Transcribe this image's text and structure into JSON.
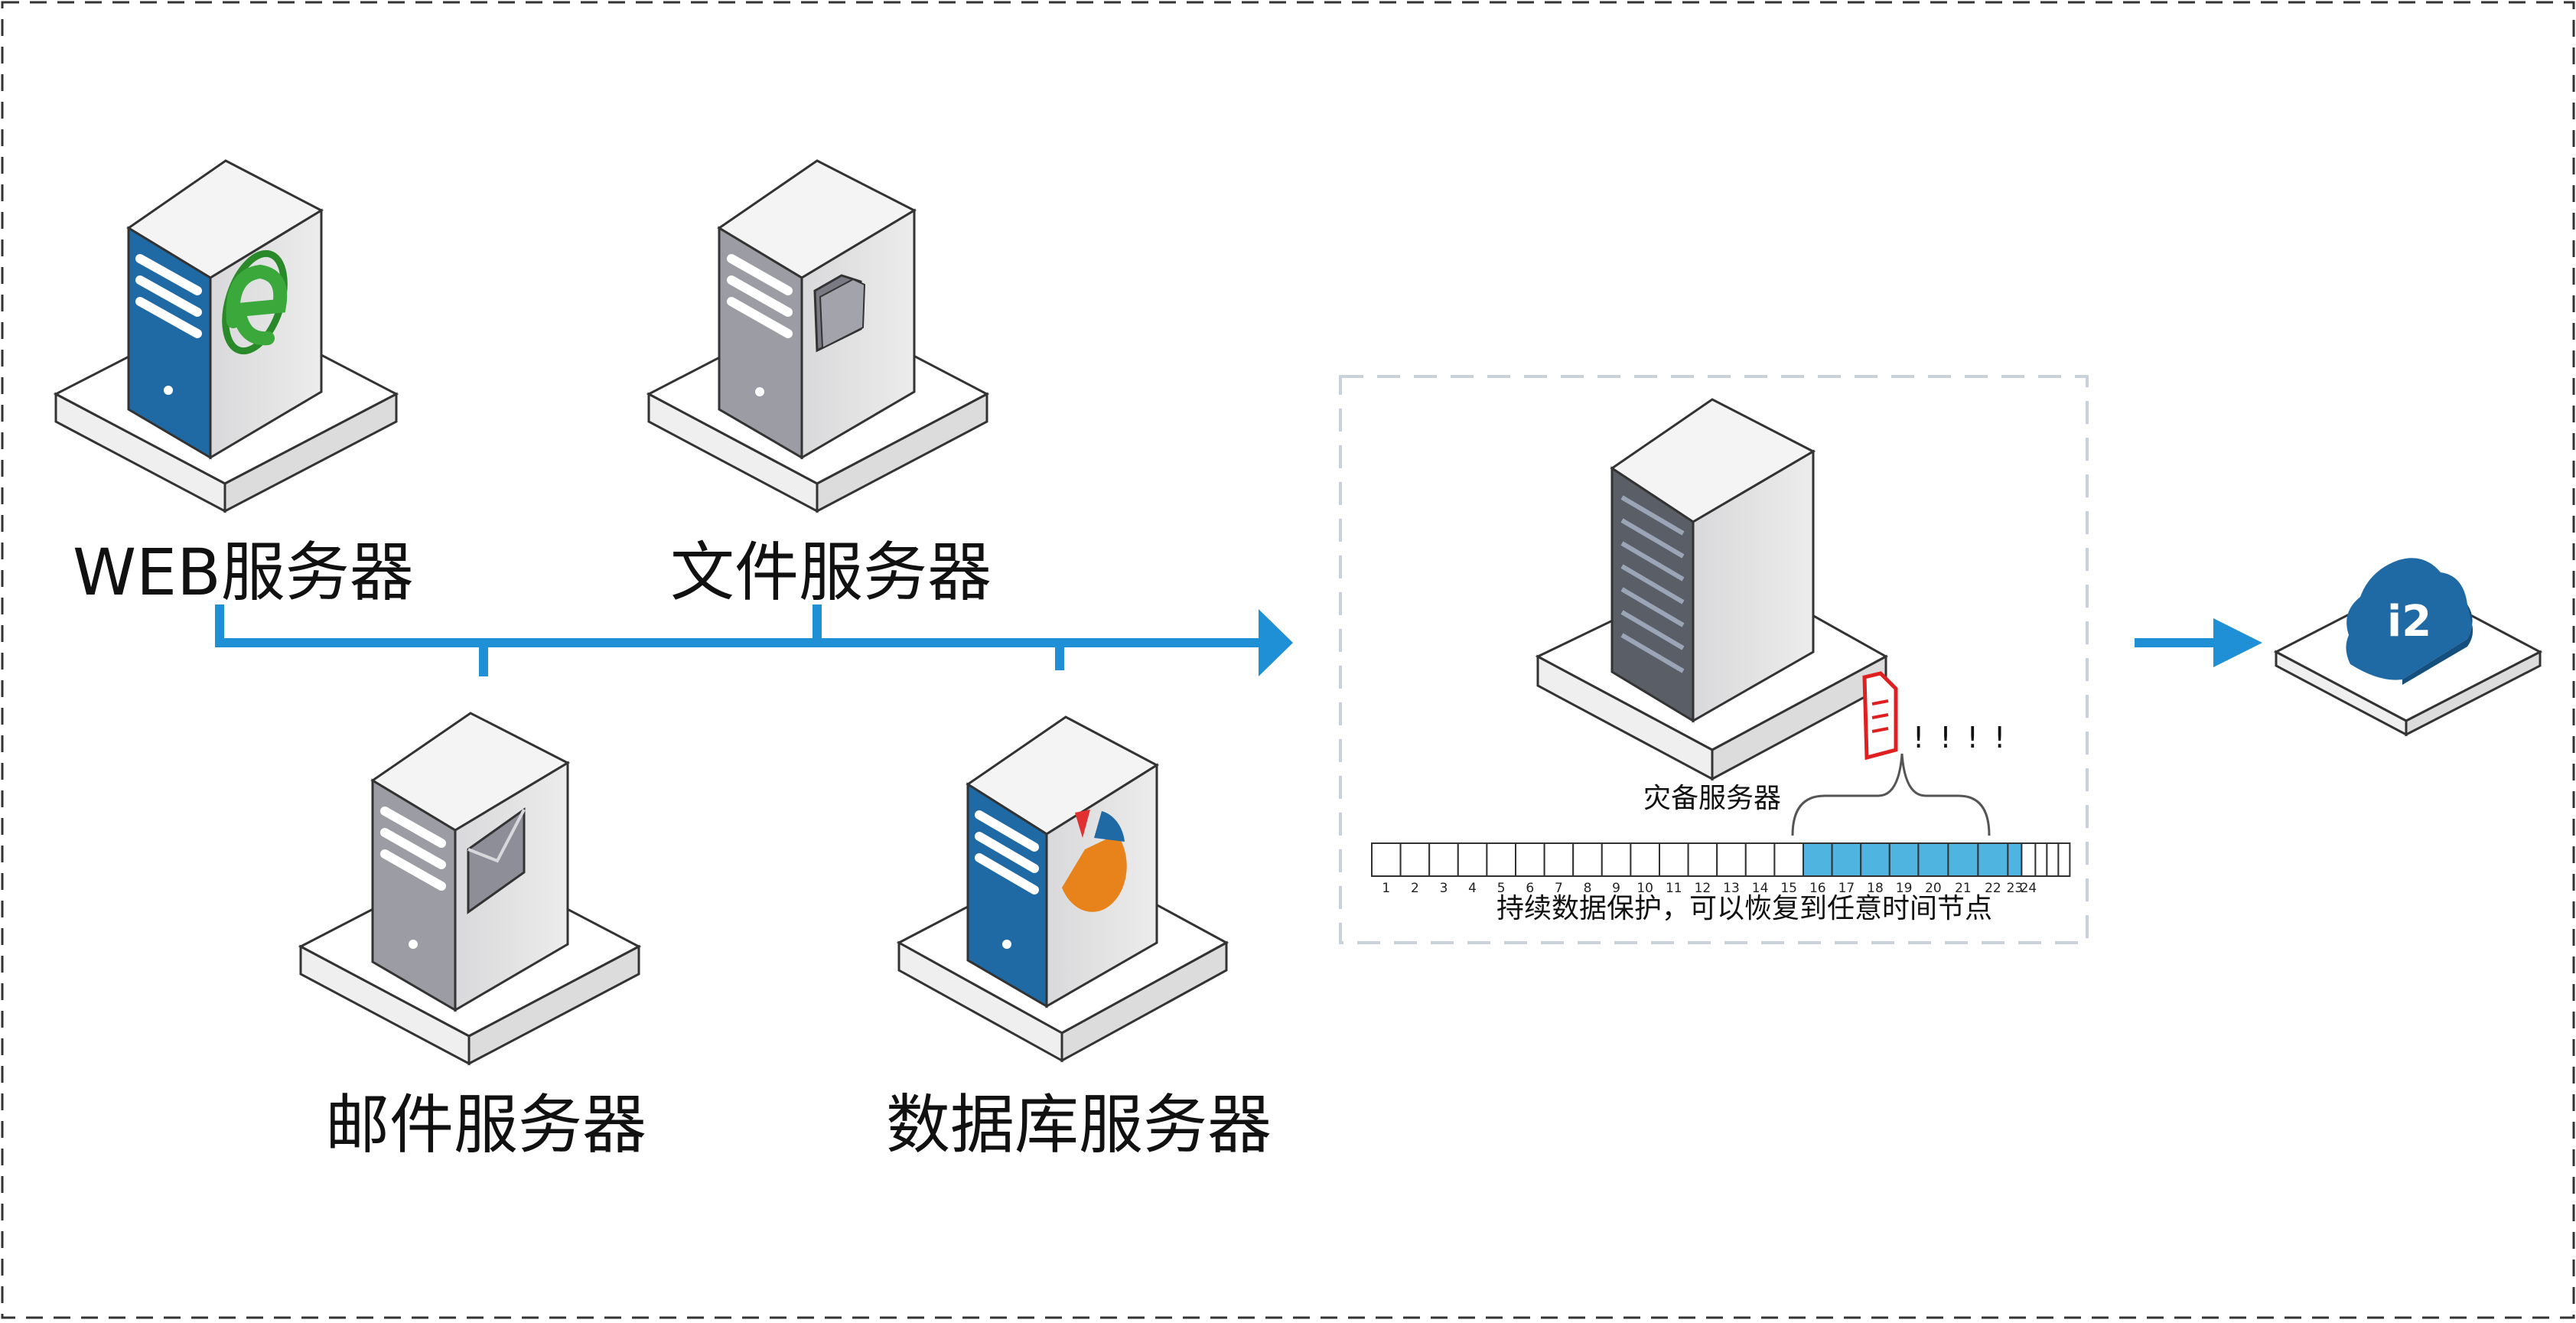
{
  "servers": {
    "web": "WEB服务器",
    "file": "文件服务器",
    "mail": "邮件服务器",
    "database": "数据库服务器"
  },
  "backup": {
    "label": "灾备服务器",
    "alert": "! ! ! !",
    "caption": "持续数据保护，可以恢复到任意时间节点",
    "timeline": [
      "1",
      "2",
      "3",
      "4",
      "5",
      "6",
      "7",
      "8",
      "9",
      "10",
      "11",
      "12",
      "13",
      "14",
      "15",
      "16",
      "17",
      "18",
      "19",
      "20",
      "21",
      "22",
      "23",
      "24"
    ],
    "highlight_from": 15,
    "highlight_to": 22
  },
  "cloud": {
    "logo": "i2"
  },
  "icons": [
    "ie-icon",
    "folder-icon",
    "mail-icon",
    "pie-chart-icon",
    "document-icon",
    "cloud-icon"
  ],
  "colors": {
    "arrow": "#1f8fd6",
    "blue_panel": "#1f6aa5",
    "gray_panel": "#9c9ca4",
    "highlight": "#4fb5e0",
    "alert_doc": "#e02020"
  }
}
